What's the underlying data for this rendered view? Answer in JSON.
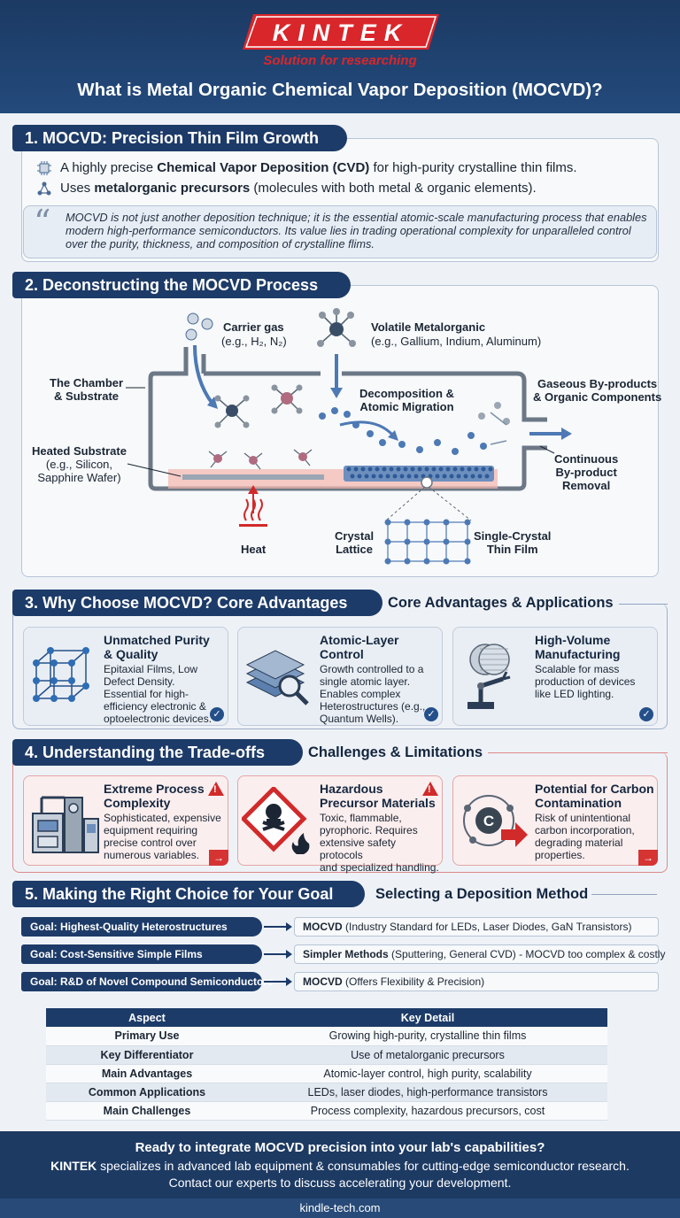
{
  "header": {
    "logo_text": "KINTEK",
    "tagline": "Solution for researching",
    "title": "What is Metal Organic Chemical Vapor Deposition (MOCVD)?"
  },
  "s1": {
    "heading": "1. MOCVD: Precision Thin Film Growth",
    "line1_pre": "A highly precise ",
    "line1_bold": "Chemical Vapor Deposition (CVD)",
    "line1_post": " for high-purity crystalline thin films.",
    "line2_pre": "Uses ",
    "line2_bold": "metalorganic precursors",
    "line2_post": " (molecules with both metal & organic elements).",
    "quote": "MOCVD is not just another deposition technique; it is the essential atomic-scale manufacturing process that enables modern high-performance semiconductors. Its value lies in trading operational complexity for unparalleled control over the purity, thickness, and composition of crystalline flims."
  },
  "s2": {
    "heading": "2. Deconstructing the MOCVD Process",
    "carrier_gas": "Carrier gas",
    "carrier_gas_eg": "(e.g., H₂, N₂)",
    "volatile": "Volatile Metalorganic",
    "volatile_eg": "(e.g., Gallium, Indium, Aluminum)",
    "chamber_1": "The Chamber",
    "chamber_2": "& Substrate",
    "decomp_1": "Decomposition &",
    "decomp_2": "Atomic Migration",
    "gaseous_1": "Gaseous By-products",
    "gaseous_2": "& Organic Components",
    "heated_1": "Heated Substrate",
    "heated_2": "(e.g., Silicon,",
    "heated_3": "Sapphire Wafer)",
    "removal_1": "Continuous",
    "removal_2": "By-product",
    "removal_3": "Removal",
    "heat": "Heat",
    "lattice_1": "Crystal",
    "lattice_2": "Lattice",
    "film_1": "Single-Crystal",
    "film_2": "Thin Film"
  },
  "s3": {
    "heading": "3. Why Choose MOCVD? Core Advantages",
    "subheading": "Core Advantages & Applications",
    "cards": [
      {
        "title_1": "Unmatched Purity",
        "title_2": "& Quality",
        "text": [
          "Epitaxial Films, Low",
          "Defect Density.",
          "Essential for high-",
          "efficiency electronic &",
          "optoelectronic devices."
        ],
        "icon": "crystal-cube-icon"
      },
      {
        "title_1": "Atomic-Layer",
        "title_2": "Control",
        "text": [
          "Growth controlled to a",
          "single atomic layer.",
          "Enables complex",
          "Heterostructures (e.g.,",
          "Quantum Wells)."
        ],
        "icon": "layers-magnifier-icon"
      },
      {
        "title_1": "High-Volume",
        "title_2": "Manufacturing",
        "text": [
          "Scalable for mass",
          "production of devices",
          "like LED lighting."
        ],
        "icon": "robot-arm-wafer-icon"
      }
    ]
  },
  "s4": {
    "heading": "4. Understanding the Trade-offs",
    "subheading": "Challenges & Limitations",
    "cards": [
      {
        "title_1": "Extreme Process",
        "title_2": "Complexity",
        "text": [
          "Sophisticated, expensive",
          "equipment requiring",
          "precise control over",
          "numerous variables."
        ],
        "icon": "equipment-icon"
      },
      {
        "title_1": "Hazardous",
        "title_2": "Precursor Materials",
        "text": [
          "Toxic, flammable,",
          "pyrophoric. Requires",
          "extensive safety protocols",
          "and specialized handling."
        ],
        "icon": "hazard-sign-icon"
      },
      {
        "title_1": "Potential for Carbon",
        "title_2": "Contamination",
        "text": [
          "Risk of unintentional",
          "carbon incorporation,",
          "degrading material",
          "properties."
        ],
        "icon": "carbon-atom-icon"
      }
    ]
  },
  "s5": {
    "heading": "5. Making the Right Choice for Your Goal",
    "subheading": "Selecting a Deposition Method",
    "goals": [
      {
        "goal": "Goal: Highest-Quality Heterostructures",
        "ans_bold": "MOCVD",
        "ans_rest": " (Industry Standard for LEDs, Laser Diodes, GaN Transistors)"
      },
      {
        "goal": "Goal: Cost-Sensitive Simple Films",
        "ans_bold": "Simpler Methods",
        "ans_rest": " (Sputtering, General CVD) - MOCVD too complex & costly"
      },
      {
        "goal": "Goal: R&D of Novel Compound Semiconductors",
        "ans_bold": "MOCVD",
        "ans_rest": " (Offers Flexibility & Precision)"
      }
    ]
  },
  "table": {
    "headers": [
      "Aspect",
      "Key Detail"
    ],
    "rows": [
      [
        "Primary Use",
        "Growing high-purity, crystalline thin films"
      ],
      [
        "Key Differentiator",
        "Use of metalorganic precursors"
      ],
      [
        "Main Advantages",
        "Atomic-layer control, high purity, scalability"
      ],
      [
        "Common Applications",
        "LEDs, laser diodes, high-performance transistors"
      ],
      [
        "Main Challenges",
        "Process complexity, hazardous precursors, cost"
      ]
    ]
  },
  "footer": {
    "cta": "Ready to integrate MOCVD precision into your lab's capabilities?",
    "brand": "KINTEK",
    "desc": " specializes in advanced lab equipment & consumables for cutting-edge semiconductor research.",
    "contact": "Contact our experts to discuss accelerating your development.",
    "url": "kindle-tech.com"
  },
  "colors": {
    "navy": "#1d3b68",
    "brand_red": "#d9262b",
    "warning_red": "#d12a2a"
  }
}
